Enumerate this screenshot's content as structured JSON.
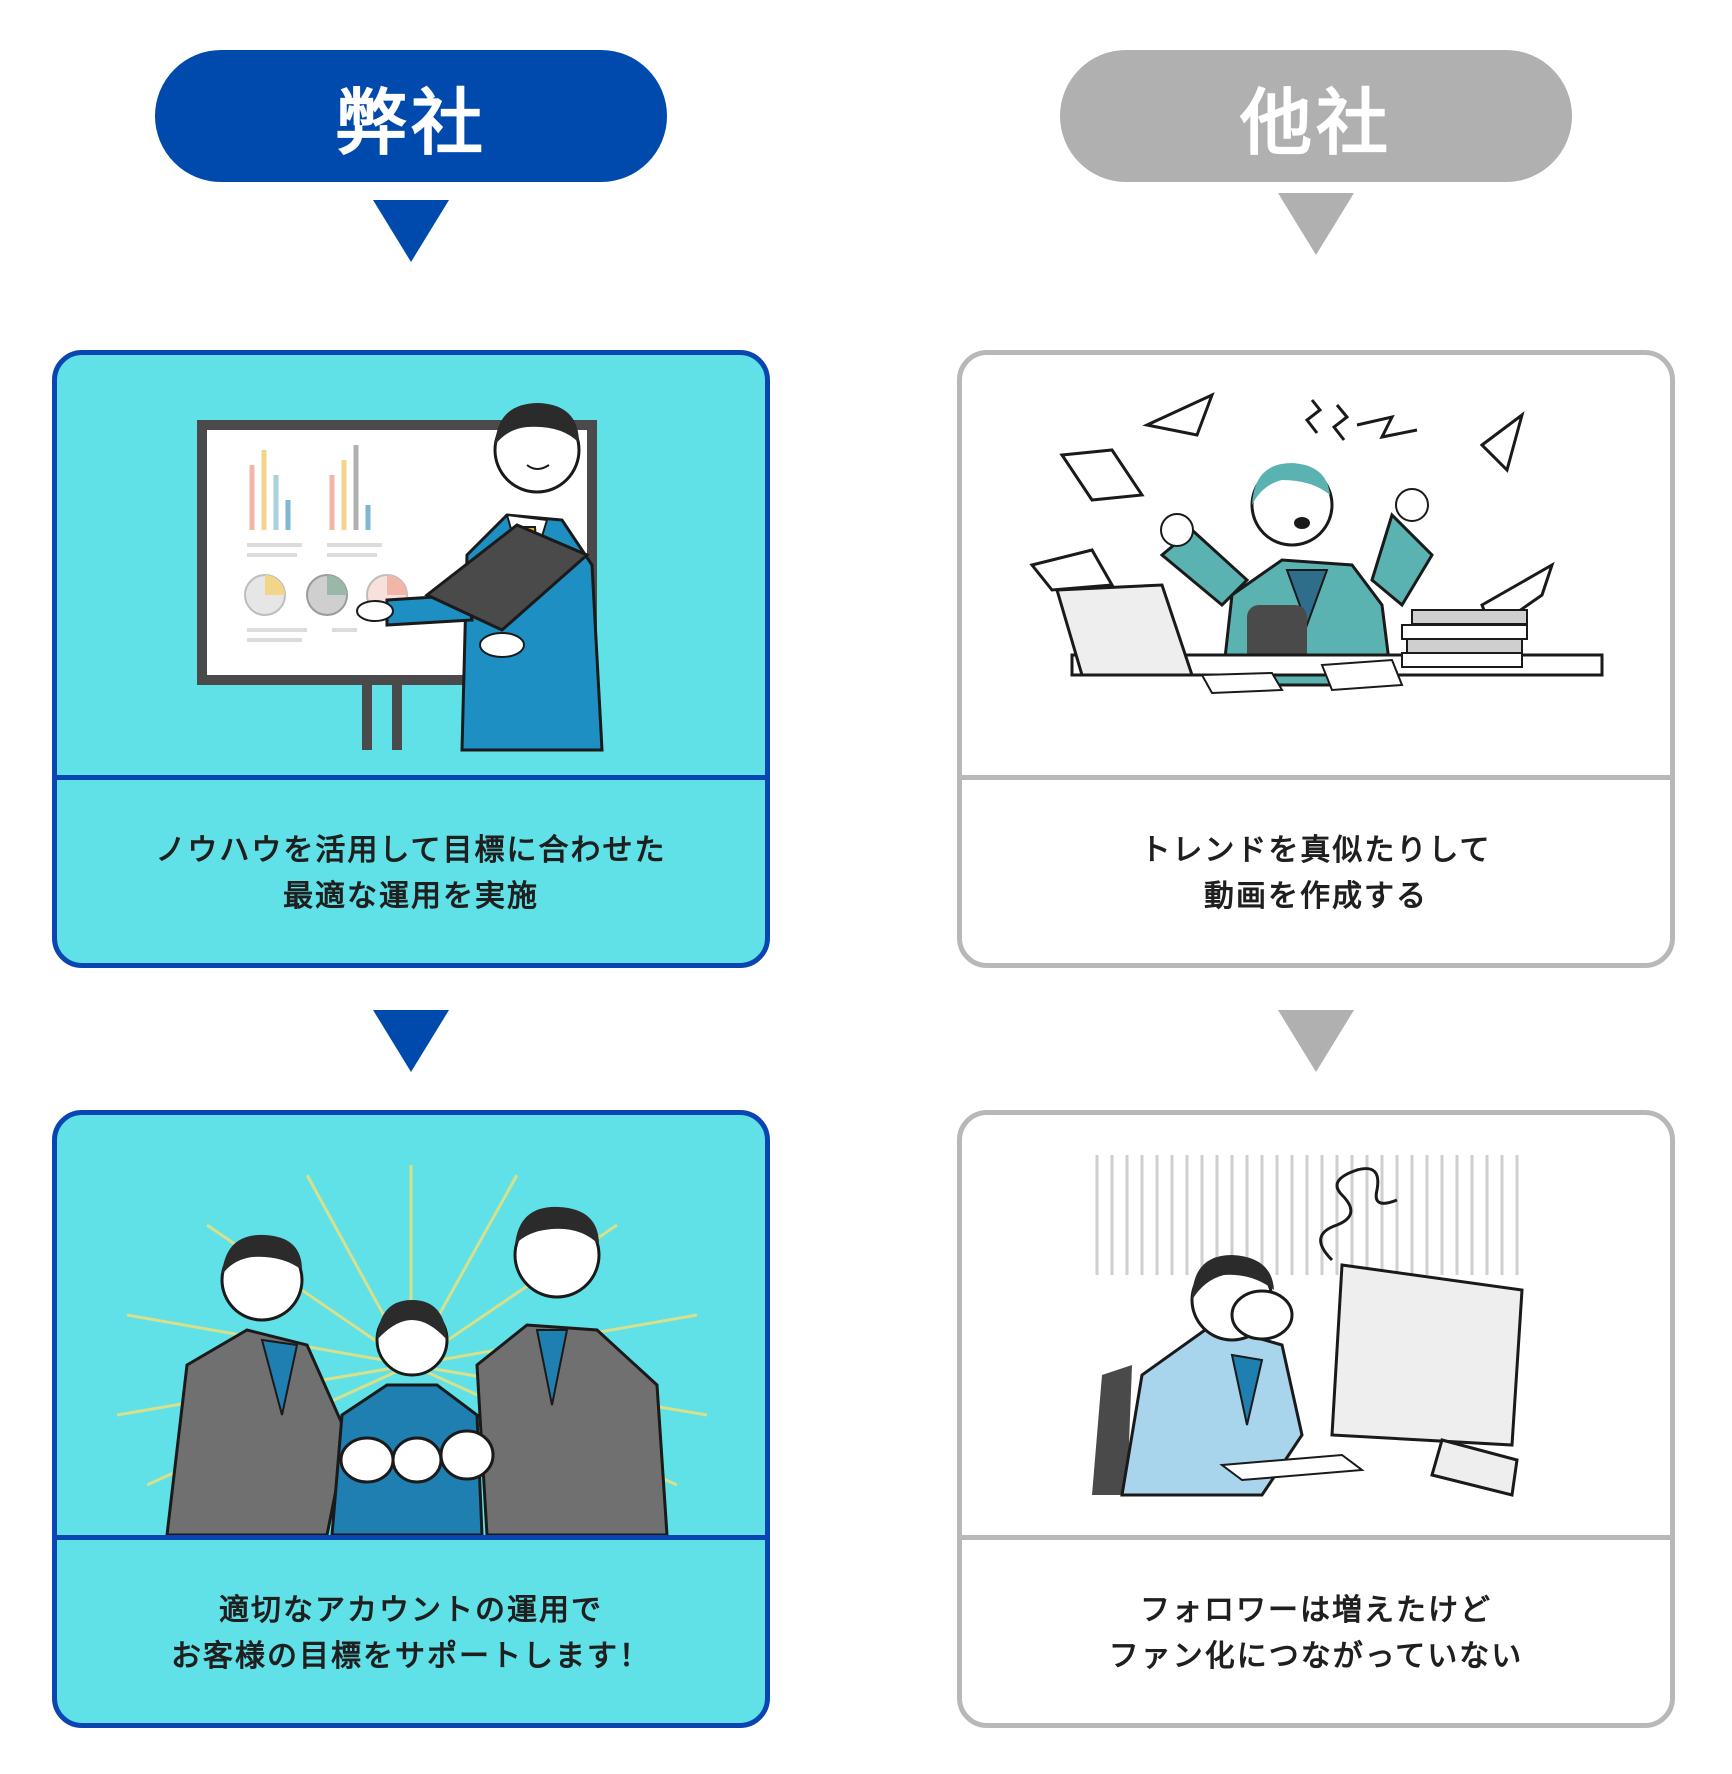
{
  "header": {
    "ours_label": "弊社",
    "theirs_label": "他社"
  },
  "ours": {
    "step1": {
      "illustration": "presenter-with-chart-board",
      "caption_line1": "ノウハウを活用して目標に合わせた",
      "caption_line2": "最適な運用を実施"
    },
    "step2": {
      "illustration": "team-fist-bump",
      "caption_line1": "適切なアカウントの運用で",
      "caption_line2": "お客様の目標をサポートします！"
    }
  },
  "theirs": {
    "step1": {
      "illustration": "frustrated-worker-papers-flying",
      "caption_line1": "トレンドを真似たりして",
      "caption_line2": "動画を作成する"
    },
    "step2": {
      "illustration": "disappointed-worker-at-monitor",
      "caption_line1": "フォロワーは増えたけど",
      "caption_line2": "ファン化につながっていない"
    }
  },
  "colors": {
    "brand_blue": "#004aad",
    "card_cyan": "#5fe1e7",
    "neutral_gray": "#b0b0b0"
  }
}
